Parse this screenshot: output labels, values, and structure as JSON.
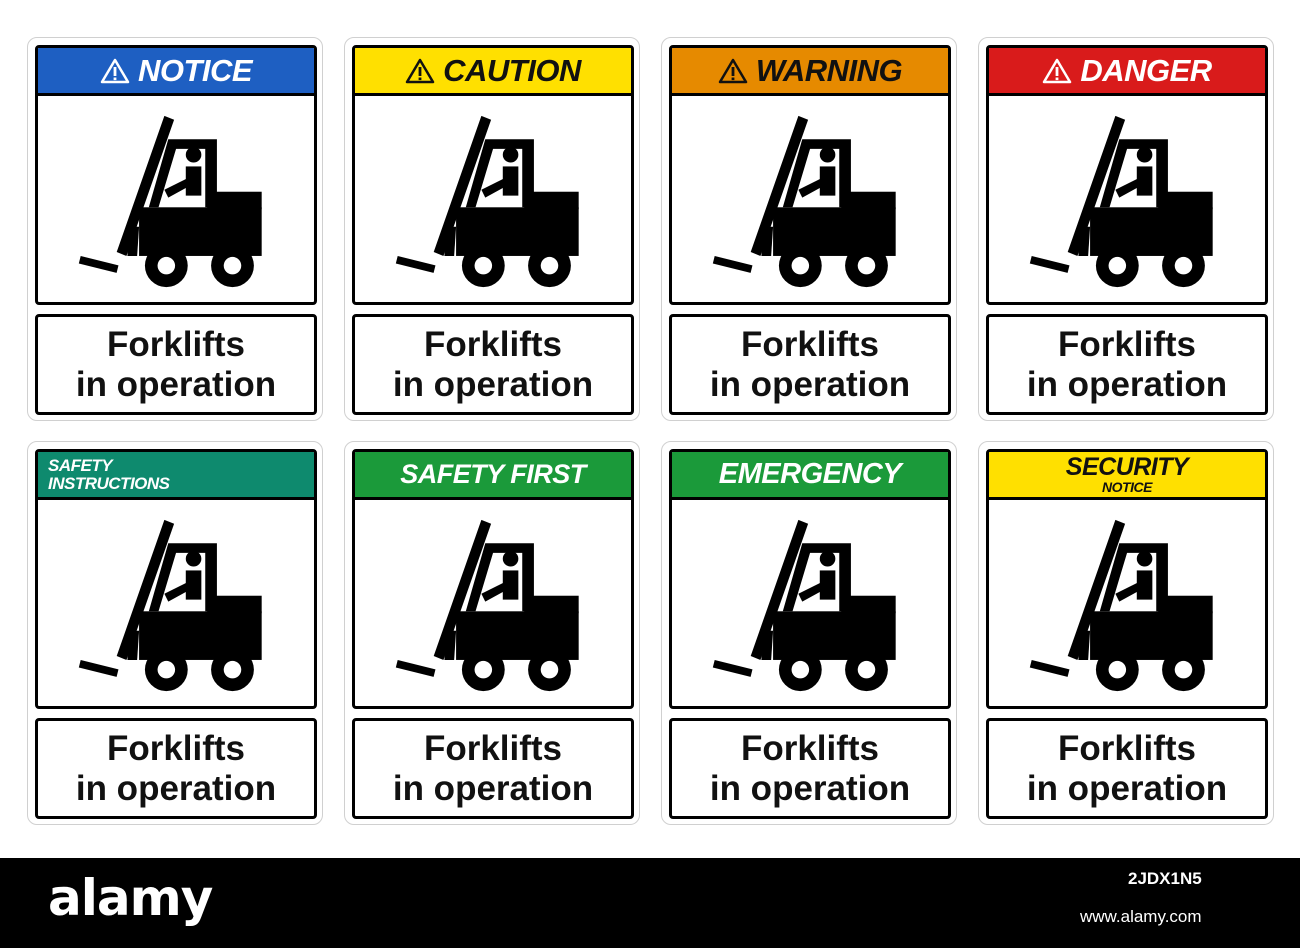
{
  "signs": [
    {
      "header": [
        "NOTICE"
      ],
      "warning_triangle": true,
      "header_color": "#1e5fc2",
      "text_color": "#ffffff",
      "line1": "Forklifts",
      "line2": "in operation"
    },
    {
      "header": [
        "CAUTION"
      ],
      "warning_triangle": true,
      "header_color": "#ffe000",
      "text_color": "#111111",
      "line1": "Forklifts",
      "line2": "in operation"
    },
    {
      "header": [
        "WARNING"
      ],
      "warning_triangle": true,
      "header_color": "#e68a00",
      "text_color": "#111111",
      "line1": "Forklifts",
      "line2": "in operation"
    },
    {
      "header": [
        "DANGER"
      ],
      "warning_triangle": true,
      "header_color": "#d91b1b",
      "text_color": "#ffffff",
      "line1": "Forklifts",
      "line2": "in operation"
    },
    {
      "header": [
        "SAFETY",
        "INSTRUCTIONS"
      ],
      "warning_triangle": false,
      "header_color": "#0e8a6e",
      "text_color": "#ffffff",
      "line1": "Forklifts",
      "line2": "in operation"
    },
    {
      "header": [
        "SAFETY FIRST"
      ],
      "warning_triangle": false,
      "header_color": "#1b9a3a",
      "text_color": "#ffffff",
      "line1": "Forklifts",
      "line2": "in operation"
    },
    {
      "header": [
        "EMERGENCY"
      ],
      "warning_triangle": false,
      "header_color": "#1b9a3a",
      "text_color": "#ffffff",
      "line1": "Forklifts",
      "line2": "in operation"
    },
    {
      "header": [
        "SECURITY",
        "NOTICE"
      ],
      "warning_triangle": false,
      "header_color": "#ffe000",
      "text_color": "#111111",
      "line1": "Forklifts",
      "line2": "in operation"
    }
  ],
  "watermark": {
    "brand": "alamy",
    "image_id": "2JDX1N5",
    "url": "www.alamy.com"
  }
}
